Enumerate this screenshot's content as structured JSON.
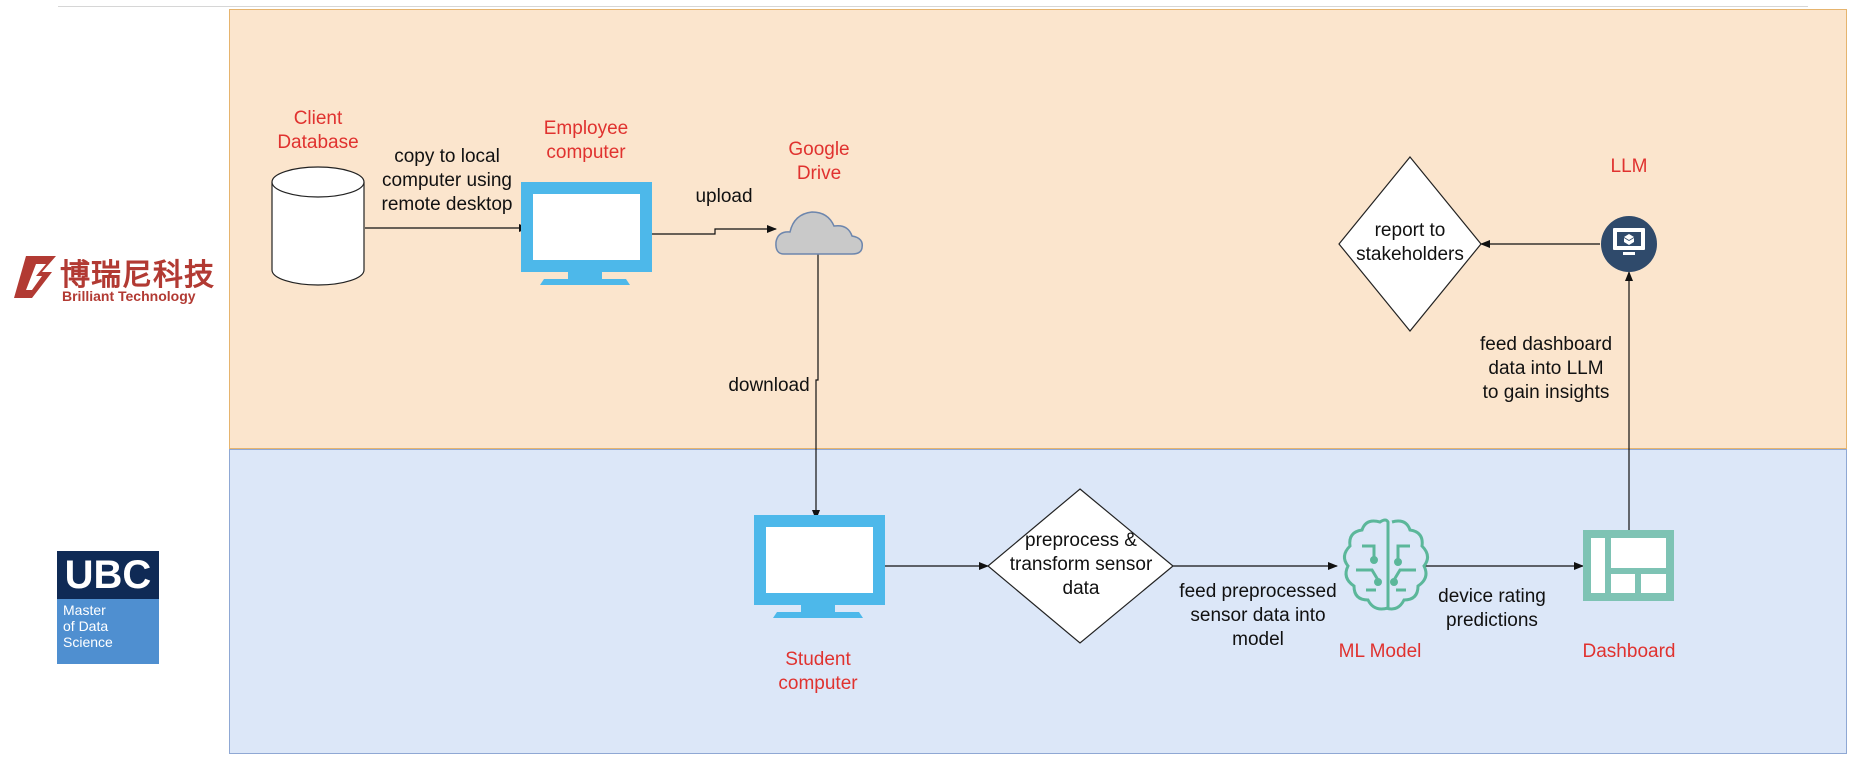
{
  "nodes": {
    "client_database": "Client\nDatabase",
    "employee_computer": "Employee\ncomputer",
    "google_drive": "Google\nDrive",
    "llm": "LLM",
    "report": "report to\nstakeholders",
    "student_computer": "Student\ncomputer",
    "preprocess": "preprocess &\ntransform sensor\ndata",
    "ml_model": "ML Model",
    "dashboard": "Dashboard"
  },
  "edges": {
    "copy": "copy to local\ncomputer using\nremote desktop",
    "upload": "upload",
    "download": "download",
    "feed_preprocessed": "feed preprocessed\nsensor data into\nmodel",
    "device_rating": "device rating\npredictions",
    "feed_dashboard": "feed dashboard\ndata into LLM\nto gain insights"
  },
  "logos": {
    "brilliant_cn": "博瑞尼科技",
    "brilliant_en": "Brilliant Technology",
    "ubc_top": "UBC",
    "ubc_bottom": "Master\nof Data\nScience"
  },
  "colors": {
    "top_lane": "#fbe5cd",
    "bottom_lane": "#dce7f8",
    "node_label": "#e0322f",
    "monitor": "#4db8ea",
    "ml_teal": "#5bb79a",
    "dashboard": "#7ec3b4",
    "llm_circle": "#2f4a6b",
    "cloud": "#c9c9c9"
  },
  "icons": [
    "database-cylinder-icon",
    "monitor-icon",
    "cloud-icon",
    "llm-monitor-icon",
    "ml-brain-icon",
    "dashboard-icon"
  ]
}
